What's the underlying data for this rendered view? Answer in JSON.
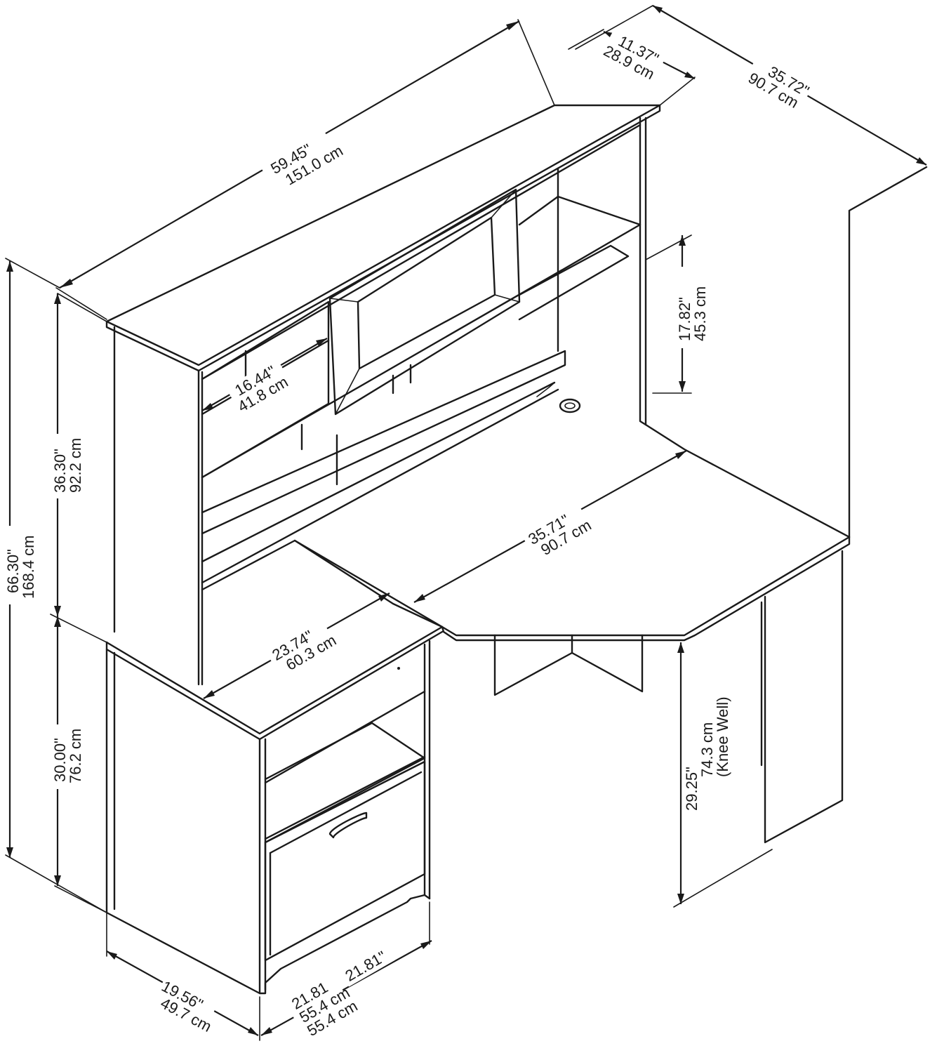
{
  "dimensions": {
    "overall_width": {
      "in": "59.45\"",
      "cm": "151.0 cm"
    },
    "hutch_depth": {
      "in": "11.37\"",
      "cm": "28.9 cm"
    },
    "desk_width_right": {
      "in": "35.72\"",
      "cm": "90.7 cm"
    },
    "shelf_height": {
      "in": "17.82\"",
      "cm": "45.3 cm"
    },
    "cubby_width": {
      "in": "16.44\"",
      "cm": "41.8 cm"
    },
    "hutch_height": {
      "in": "36.30\"",
      "cm": "92.2 cm"
    },
    "overall_height": {
      "in": "66.30\"",
      "cm": "168.4 cm"
    },
    "desk_diagonal": {
      "in": "35.71\"",
      "cm": "90.7 cm"
    },
    "surface_depth": {
      "in": "23.74\"",
      "cm": "60.3 cm"
    },
    "desk_height": {
      "in": "30.00\"",
      "cm": "76.2 cm"
    },
    "knee_well": {
      "in": "29.25\"",
      "cm": "74.3 cm",
      "note": "(Knee Well)"
    },
    "pedestal_depth": {
      "in": "19.56\"",
      "cm": "49.7 cm"
    },
    "pedestal_width": {
      "in": "21.81",
      "in2": "21.81\"",
      "cm": "55.4 cm",
      "cm2": "55.4 cm"
    }
  }
}
